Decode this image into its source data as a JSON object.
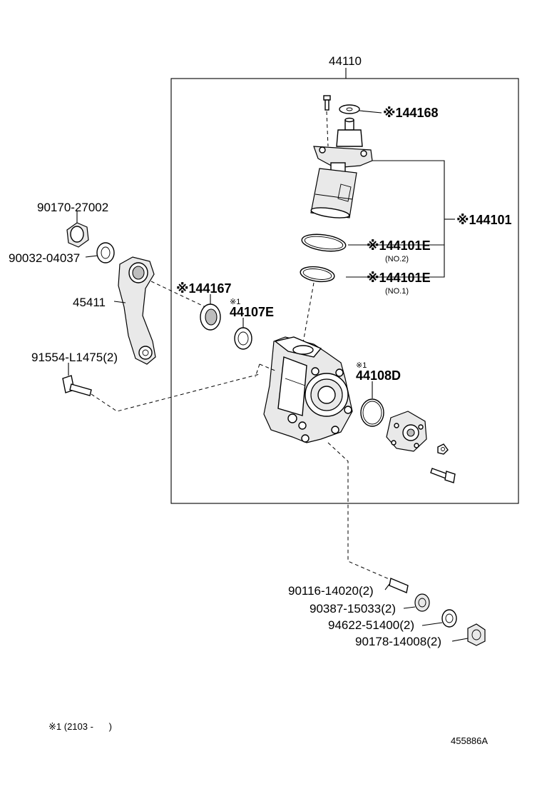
{
  "callouts": {
    "assembly": "44110",
    "p44168": "※144168",
    "p44101": "※144101",
    "p44101E_no2": "※144101E",
    "no2": "(NO.2)",
    "p44101E_no1": "※144101E",
    "no1": "(NO.1)",
    "p90170": "90170-27002",
    "p90032": "90032-04037",
    "p45411": "45411",
    "p44167": "※144167",
    "p44107E_mark": "※1",
    "p44107E": "44107E",
    "p91554": "91554-L1475(2)",
    "p44108D_mark": "※1",
    "p44108D": "44108D",
    "p90116": "90116-14020(2)",
    "p90387": "90387-15033(2)",
    "p94622": "94622-51400(2)",
    "p90178": "90178-14008(2)"
  },
  "footnote": "※1 (2103 -      )",
  "diagram_code": "455886A",
  "colors": {
    "line": "#000000",
    "part_fill": "#e9e9e9",
    "background": "#ffffff"
  }
}
